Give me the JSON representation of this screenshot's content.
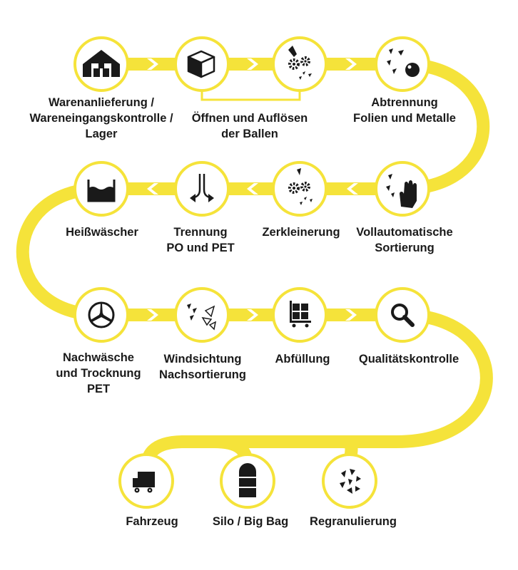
{
  "colors": {
    "track": "#f5e33a",
    "node_fill": "#ffffff",
    "icon": "#1a1a1a",
    "text": "#1a1a1a",
    "background": "#ffffff"
  },
  "steps": [
    {
      "label": "Warenanlieferung /\nWareneingangskontrolle /\nLager",
      "icon": "warehouse-icon"
    },
    {
      "label": "Öffnen und Auflösen\nder Ballen",
      "icon": "box-icon"
    },
    {
      "label": "",
      "icon": "cutter-gears-icon"
    },
    {
      "label": "Abtrennung\nFolien und Metalle",
      "icon": "separation-icon"
    },
    {
      "label": "Vollautomatische\nSortierung",
      "icon": "hand-sorting-icon"
    },
    {
      "label": "Zerkleinerung",
      "icon": "shredder-gears-icon"
    },
    {
      "label": "Trennung\nPO und PET",
      "icon": "split-arrows-icon"
    },
    {
      "label": "Heißwäscher",
      "icon": "wash-basin-icon"
    },
    {
      "label": "Nachwäsche\nund Trocknung\nPET",
      "icon": "propeller-icon"
    },
    {
      "label": "Windsichtung\nNachsortierung",
      "icon": "flakes-icon"
    },
    {
      "label": "Abfüllung",
      "icon": "cart-icon"
    },
    {
      "label": "Qualitätskontrolle",
      "icon": "magnifier-icon"
    },
    {
      "label": "Fahrzeug",
      "icon": "truck-icon"
    },
    {
      "label": "Silo / Big Bag",
      "icon": "silo-icon"
    },
    {
      "label": "Regranulierung",
      "icon": "granulate-icon"
    }
  ]
}
